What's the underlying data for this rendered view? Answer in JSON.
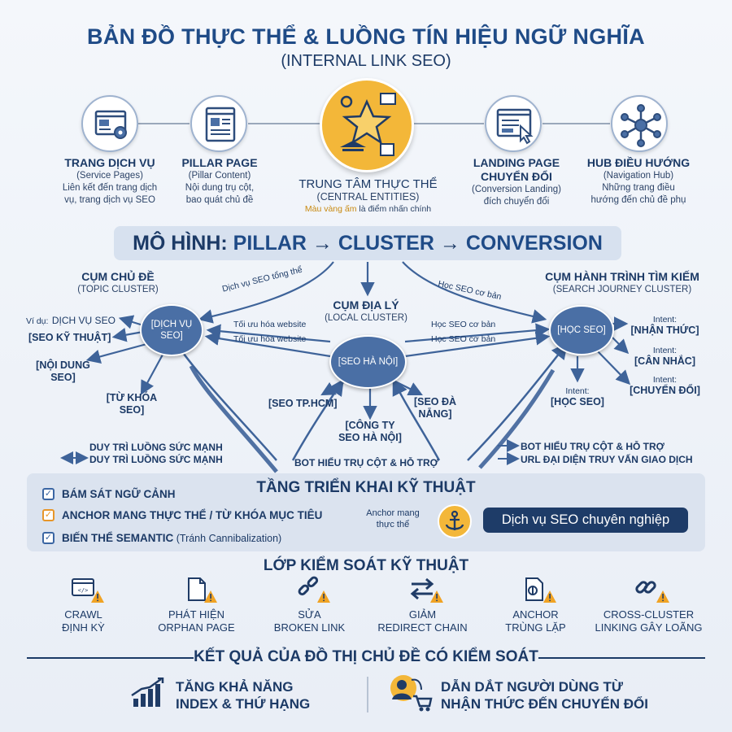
{
  "title": {
    "line1": "BẢN ĐỒ THỰC THỂ & LUỒNG TÍN HIỆU NGỮ NGHĨA",
    "line2": "(INTERNAL LINK SEO)"
  },
  "top_nodes": [
    {
      "id": "service",
      "heading": "TRANG DỊCH VỤ",
      "sub": "(Service Pages)",
      "desc1": "Liên kết đến trang dịch",
      "desc2": "vụ, trang dịch vụ SEO",
      "icon": "web-gear-icon"
    },
    {
      "id": "pillar",
      "heading": "PILLAR PAGE",
      "sub": "(Pillar Content)",
      "desc1": "Nội dung trụ cột,",
      "desc2": "bao quát chủ đề",
      "icon": "document-icon"
    },
    {
      "id": "landing",
      "heading1": "LANDING PAGE",
      "heading2": "CHUYỂN ĐỔI",
      "sub": "(Conversion Landing)",
      "desc1": "đích chuyển đổi",
      "icon": "landing-cursor-icon"
    },
    {
      "id": "hub",
      "heading": "HUB ĐIỀU HƯỚNG",
      "sub": "(Navigation Hub)",
      "desc1": "Những trang điều",
      "desc2": "hướng đến chủ đề phụ",
      "icon": "network-icon"
    }
  ],
  "central": {
    "heading": "TRUNG TÂM THỰC THỂ",
    "sub": "(CENTRAL ENTITIES)",
    "note_highlight": "Màu vàng ấm",
    "note_rest": " là điểm nhấn chính",
    "icon": "star-icon"
  },
  "model": {
    "prefix": "MÔ HÌNH:",
    "a": "PILLAR",
    "b": "CLUSTER",
    "c": "CONVERSION",
    "arrow": "→"
  },
  "topic_cluster": {
    "heading": "CỤM CHỦ ĐỀ",
    "sub": "(TOPIC CLUSTER)",
    "node": "[DỊCH VỤ SEO]",
    "example_prefix": "Ví dụ:",
    "example": "DỊCH VỤ SEO",
    "items": [
      "[SEO KỸ THUẬT]",
      "[NỘI DUNG",
      "SEO]",
      "[TỪ KHÓA",
      "SEO]"
    ]
  },
  "local_cluster": {
    "heading": "CỤM ĐỊA LÝ",
    "sub": "(LOCAL CLUSTER)",
    "node": "[SEO HÀ NỘI]",
    "items": [
      "[SEO TP.HCM]",
      "[SEO ĐÀ",
      "NẴNG]",
      "[CÔNG TY",
      "SEO HÀ NỘI]"
    ]
  },
  "search_cluster": {
    "heading": "CỤM HÀNH TRÌNH TÌM KIẾM",
    "sub": "(SEARCH JOURNEY CLUSTER)",
    "node": "[HỌC SEO]",
    "intent": "Intent:",
    "items": [
      "[NHẬN THỨC]",
      "[CÂN NHẮC]",
      "[CHUYỂN ĐỔI]",
      "[HỌC SEO]"
    ]
  },
  "edge_labels": {
    "left_top": "Dịch vụ SEO tổng thể",
    "right_top": "Học SEO cơ bản",
    "mid1": "Tối ưu hóa website",
    "mid2": "Tối ưu hóa website",
    "mid3": "Học SEO cơ bản",
    "mid4": "Học SEO cơ bản",
    "left_bottom1": "DUY TRÌ LUỒNG SỨC MẠNH",
    "left_bottom2": "DUY TRÌ LUỒNG SỨC MẠNH",
    "center_bottom": "BOT HIỂU TRỤ CỘT & HỖ TRỢ",
    "right_bottom1": "BOT HIỂU TRỤ CỘT & HỖ TRỢ",
    "right_bottom2": "URL ĐẠI DIỆN TRUY VẤN GIAO DỊCH"
  },
  "deploy": {
    "heading": "TẦNG TRIỂN KHAI KỸ THUẬT",
    "item1": "BÁM SÁT NGỮ CẢNH",
    "item2": "ANCHOR MANG THỰC THỂ / TỪ KHÓA MỤC TIÊU",
    "item3_bold": "BIẾN THỂ SEMANTIC",
    "item3_rest": " (Tránh Cannibalization)",
    "anchor_note1": "Anchor mang",
    "anchor_note2": "thực thể",
    "pill": "Dịch vụ SEO chuyên nghiệp",
    "icon": "anchor-icon"
  },
  "control": {
    "heading": "LỚP KIỂM SOÁT KỸ THUẬT",
    "items": [
      {
        "l1": "CRAWL",
        "l2": "ĐỊNH KỲ",
        "icon": "code-window-icon"
      },
      {
        "l1": "PHÁT HIỆN",
        "l2": "ORPHAN PAGE",
        "icon": "orphan-page-icon"
      },
      {
        "l1": "SỬA",
        "l2": "BROKEN LINK",
        "icon": "broken-link-icon"
      },
      {
        "l1": "GIẢM",
        "l2": "REDIRECT CHAIN",
        "icon": "redirect-icon"
      },
      {
        "l1": "ANCHOR",
        "l2": "TRÙNG LẶP",
        "icon": "duplicate-anchor-icon"
      },
      {
        "l1": "CROSS-CLUSTER",
        "l2": "LINKING GÂY LOÃNG",
        "icon": "chain-icon"
      }
    ]
  },
  "results": {
    "heading": "KẾT QUẢ CỦA ĐỒ THỊ CHỦ ĐỀ CÓ KIỂM SOÁT",
    "r1a": "TĂNG KHẢ NĂNG",
    "r1b": "INDEX & THỨ HẠNG",
    "r2a": "DẪN DẮT NGƯỜI DÙNG TỪ",
    "r2b": "NHẬN THỨC ĐẾN CHUYỂN ĐỔI"
  },
  "colors": {
    "navy": "#1c3a66",
    "accent_blue": "#1f4b87",
    "node_blue": "#4a6fa5",
    "gold": "#f3b739",
    "orange": "#e7962a"
  }
}
